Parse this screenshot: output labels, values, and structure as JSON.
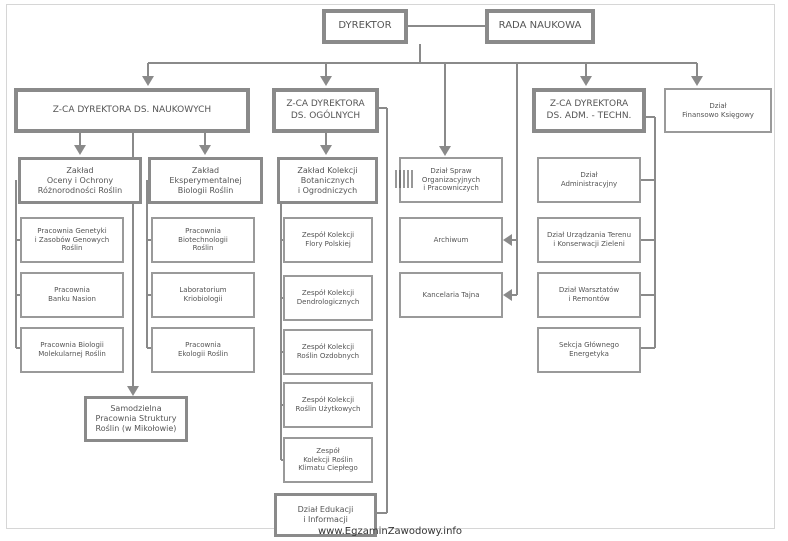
{
  "top": {
    "director": "DYREKTOR",
    "council": "RADA NAUKOWA"
  },
  "branches": {
    "scientific": {
      "head": "Z-CA DYREKTORA DS. NAUKOWYCH",
      "col1": [
        "Zakład\nOceny i Ochrony\nRóżnorodności Roślin",
        "Pracownia Genetyki\ni Zasobów Genowych\nRoślin",
        "Pracownia\nBanku Nasion",
        "Pracownia Biologii\nMolekularnej Roślin"
      ],
      "col2": [
        "Zakład\nEksperymentalnej\nBiologii Roślin",
        "Pracownia\nBiotechnologii\nRoślin",
        "Laboratorium\nKriobiologii",
        "Pracownia\nEkologii Roślin"
      ],
      "independent": "Samodzielna\nPracownia Struktury\nRoślin (w Mikołowie)"
    },
    "general": {
      "head": "Z-CA DYREKTORA\nDS. OGÓLNYCH",
      "items": [
        "Zakład Kolekcji\nBotanicznych\ni Ogrodniczych",
        "Zespół Kolekcji\nFlory Polskiej",
        "Zespół Kolekcji\nDendrologicznych",
        "Zespół Kolekcji\nRoślin Ozdobnych",
        "Zespół Kolekcji\nRoślin Użytkowych",
        "Zespół\nKolekcji Roślin\nKlimatu Ciepłego"
      ],
      "education": "Dział Edukacji\ni Informacji"
    },
    "center": {
      "items": [
        "Dział Spraw\nOrganizacyjnych\ni Pracowniczych",
        "Archiwum",
        "Kancelaria Tajna"
      ]
    },
    "admin": {
      "head": "Z-CA DYREKTORA\nDS. ADM. - TECHN.",
      "items": [
        "Dział\nAdministracyjny",
        "Dział Urządzania Terenu\ni Konserwacji Zieleni",
        "Dział Warsztatów\ni Remontów",
        "Sekcja Głównego\nEnergetyka"
      ]
    },
    "finance": "Dział\nFinansowo Księgowy"
  },
  "watermark": "www.EgzaminZawodowy.info",
  "colors": {
    "line": "#8a8a8a",
    "border": "#8a8a8a",
    "text": "#555555"
  }
}
